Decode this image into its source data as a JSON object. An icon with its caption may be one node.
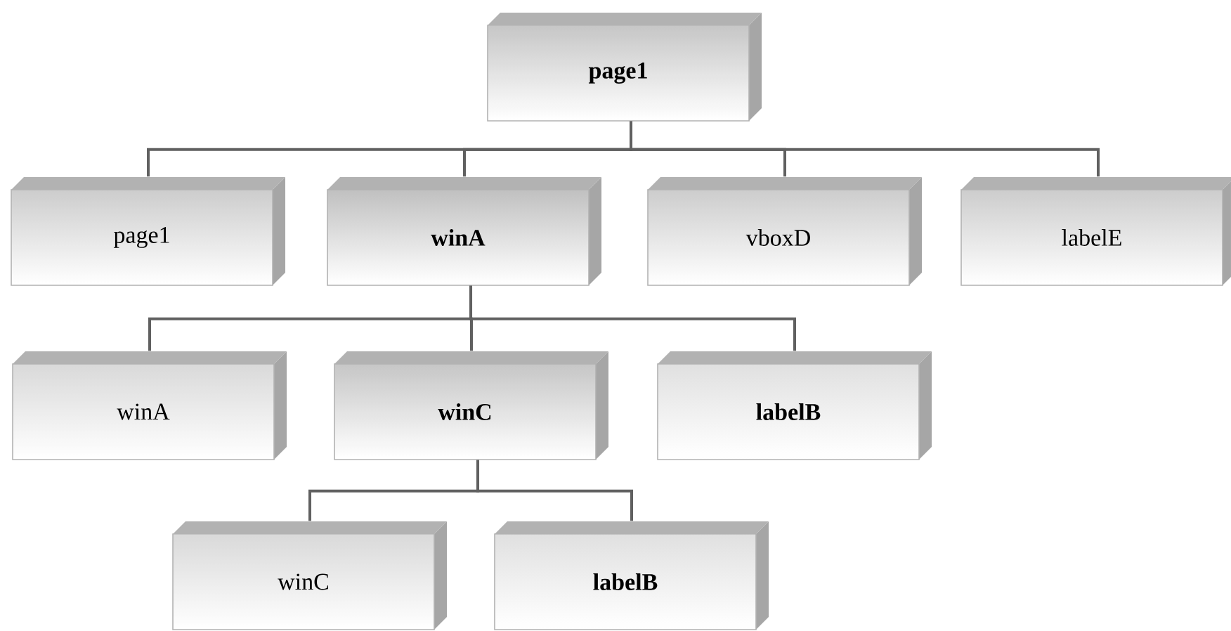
{
  "diagram": {
    "nodes": [
      {
        "text": [
          "page1"
        ]
      },
      {
        "text": [
          "page1"
        ]
      },
      {
        "text": [
          "winA"
        ]
      },
      {
        "text": [
          "vboxD"
        ]
      },
      {
        "text": [
          "labelE"
        ]
      },
      {
        "text": [
          "winA"
        ]
      },
      {
        "text": [
          "winC"
        ]
      },
      {
        "text": [
          "labelB"
        ]
      },
      {
        "text": [
          "winC"
        ]
      },
      {
        "text": [
          "labelB"
        ]
      }
    ],
    "edges": [
      {
        "from": 0,
        "to": 1,
        "arrow": "none"
      },
      {
        "from": 0,
        "to": 2,
        "arrow": "none"
      },
      {
        "from": 0,
        "to": 3,
        "arrow": "none"
      },
      {
        "from": 0,
        "to": 4,
        "arrow": "none"
      },
      {
        "from": 2,
        "to": 5,
        "arrow": "none"
      },
      {
        "from": 2,
        "to": 6,
        "arrow": "none"
      },
      {
        "from": 2,
        "to": 7,
        "arrow": "none"
      },
      {
        "from": 6,
        "to": 8,
        "arrow": "none"
      },
      {
        "from": 6,
        "to": 9,
        "arrow": "none"
      }
    ]
  }
}
